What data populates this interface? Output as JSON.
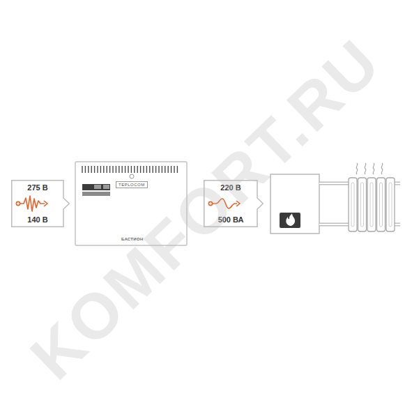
{
  "diagram": {
    "nodes": [
      {
        "text": [
          "275 В",
          "140 В"
        ]
      },
      {
        "text": [
          "TEPLOCOM",
          "БАСТИОН"
        ]
      },
      {
        "text": [
          "220 В",
          "500 ВА"
        ]
      }
    ],
    "labels": [
      "KOMFORT.RU"
    ]
  }
}
